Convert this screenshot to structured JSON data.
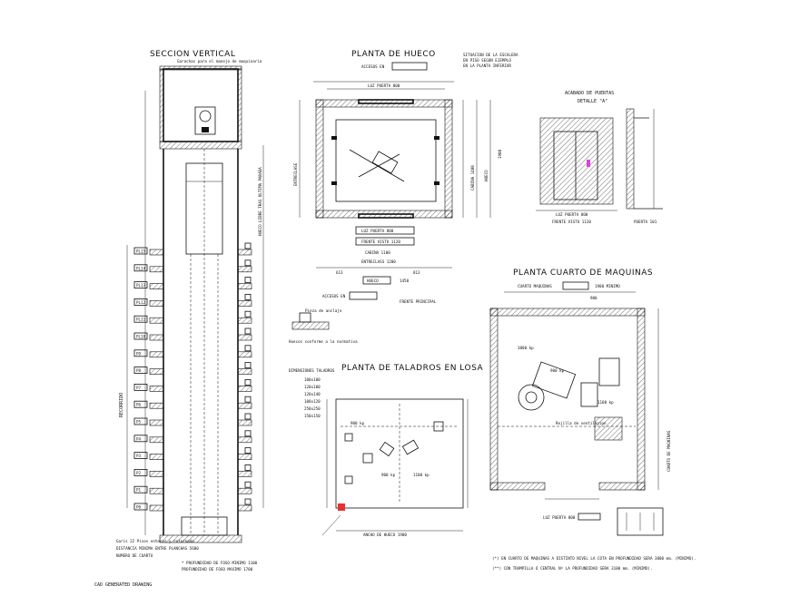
{
  "footer": "CAD GENERATED DRAWING",
  "views": {
    "section": {
      "title": "SECCION VERTICAL",
      "note_top": "Garachas para el manejo de maquinaria",
      "floor_labels": [
        "PL15",
        "PL14",
        "PL13",
        "PL12",
        "PL11",
        "PL10",
        "P9",
        "P8",
        "P7",
        "P6",
        "P5",
        "P4",
        "P3",
        "P2",
        "P1",
        "P0"
      ],
      "side_label": "RECORRIDO",
      "bottom_notes": [
        "Garis 22 Pisos enteros y retornado",
        "DISTANCIA MINIMA ENTRE PLANCHAS 5600",
        "NUMERO DE CUARTO"
      ],
      "foot_notes": [
        "* PROFUNDIDAD DE FOSO MINIMO 1100",
        "PROFUNDIDAD DE FOSO MAXIMO 1700"
      ]
    },
    "plan_hueco": {
      "title": "PLANTA DE HUECO",
      "access_label": "ACCESOS EN",
      "stair_note": [
        "SITUACION DE LA ESCALERA",
        "EN PISO SEGUN EJEMPLO",
        "EN LA PLANTA INFERIOR"
      ],
      "dims": [
        "LUZ PUERTA 800",
        "LUZ PUERTA 800",
        "FRENTE VISTO 1120",
        "CABINA 1100",
        "ENTRECLASS 1200",
        "HUECO",
        "1450",
        "1550",
        "1900",
        "613",
        "813"
      ],
      "access_bottom": "ACCESOS EN",
      "front_label": "FRENTE PRINCIPAL"
    },
    "door_finish": {
      "title": "ACABADO DE PUERTAS",
      "detail": "DETALLE \"A\"",
      "dims": [
        "LUZ PUERTA 800",
        "FRENTE VISTO 1120",
        "PUERTA 101"
      ]
    },
    "machine_room": {
      "title": "PLANTA CUARTO DE MAQUINAS",
      "room_label": "CUARTO MAQUINAS",
      "width_value": "1900 MINIMO",
      "inner_width": "900",
      "loads": [
        "3800 kp",
        "900 kp",
        "1100 kp"
      ],
      "vent_note": "Rejilla de ventilacion",
      "door": "LUZ PUERTA 800",
      "side_label": "CUARTO DE MAQUINAS",
      "notes": [
        "(*) EN CUARTO DE MAQUINAS A DISTINTO NIVEL LA COTA EN PROFUNDIDAD SERA 3800 mm. (MINIMO).",
        "(**) CON TRAMPILLA O CENTRAL Nº LA PROFUNDIDAD SERA 3100 mm. (MINIMO)."
      ]
    },
    "drilling": {
      "title": "PLANTA DE TALADROS EN LOSA",
      "dimension_header": "DIMENSIONES TALADROS",
      "dimension_rows": [
        "100x100",
        "120x100",
        "120x140",
        "100x120",
        "250x250",
        "150x150"
      ],
      "callouts": [
        "900 kp",
        "900 kp",
        "1100 kp"
      ],
      "bottom_dim": "ANCHO DE HUECO 1900"
    },
    "small_detail": {
      "labels": [
        "Pieza de anclaje",
        "Huecos conforme a la normativa"
      ]
    }
  }
}
